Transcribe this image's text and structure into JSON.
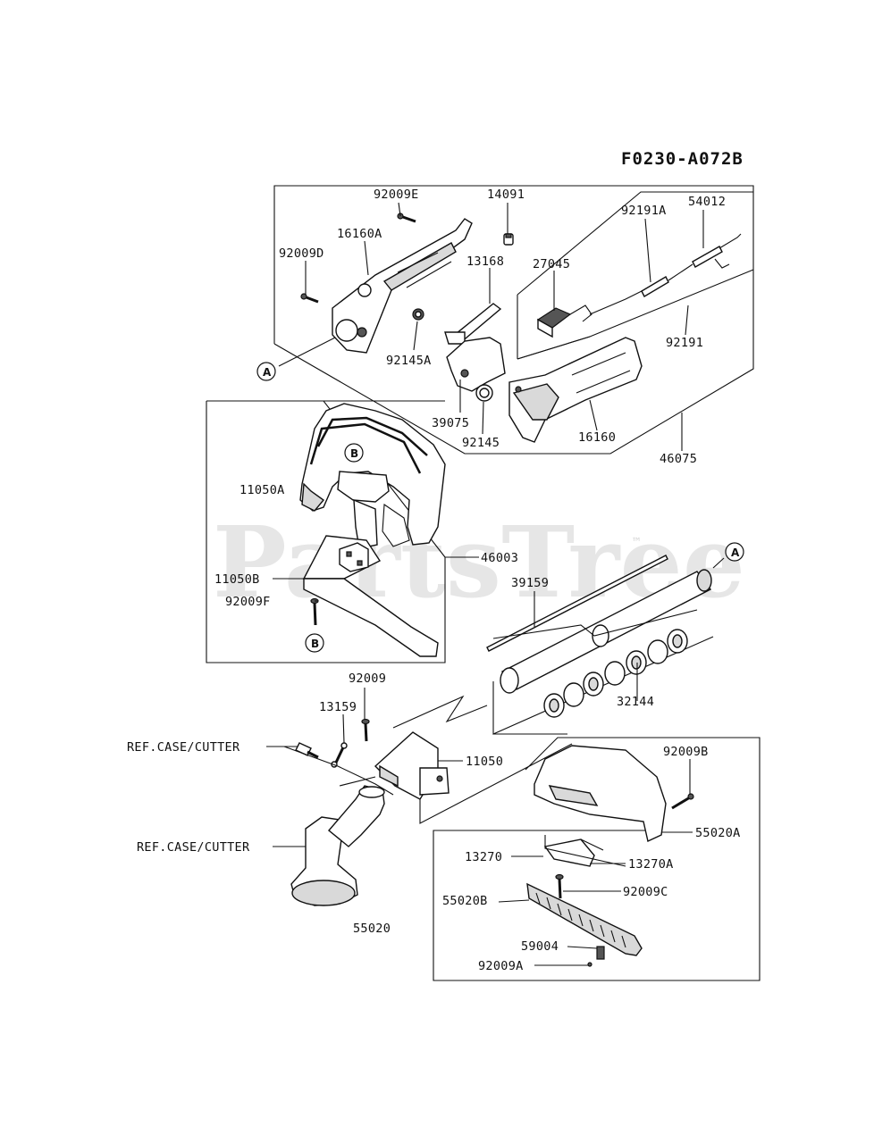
{
  "diagram_id": "F0230-A072B",
  "watermark": "PartsTree",
  "trademark": "™",
  "ref_markers": {
    "a": "A",
    "b": "B"
  },
  "labels": {
    "p92009E": "92009E",
    "p14091": "14091",
    "p54012": "54012",
    "p16160A": "16160A",
    "p92191A": "92191A",
    "p92009D": "92009D",
    "p13168": "13168",
    "p27045": "27045",
    "p92191": "92191",
    "p92145A": "92145A",
    "p39075": "39075",
    "p92145": "92145",
    "p16160": "16160",
    "p46075": "46075",
    "p11050A": "11050A",
    "p46003": "46003",
    "p11050B": "11050B",
    "p92009F": "92009F",
    "p39159": "39159",
    "p32144": "32144",
    "p92009": "92009",
    "p13159": "13159",
    "ref_case_cutter_1": "REF.CASE/CUTTER",
    "p11050": "11050",
    "p92009B": "92009B",
    "p55020A": "55020A",
    "ref_case_cutter_2": "REF.CASE/CUTTER",
    "p13270": "13270",
    "p13270A": "13270A",
    "p92009C": "92009C",
    "p55020B": "55020B",
    "p55020": "55020",
    "p59004": "59004",
    "p92009A": "92009A"
  }
}
